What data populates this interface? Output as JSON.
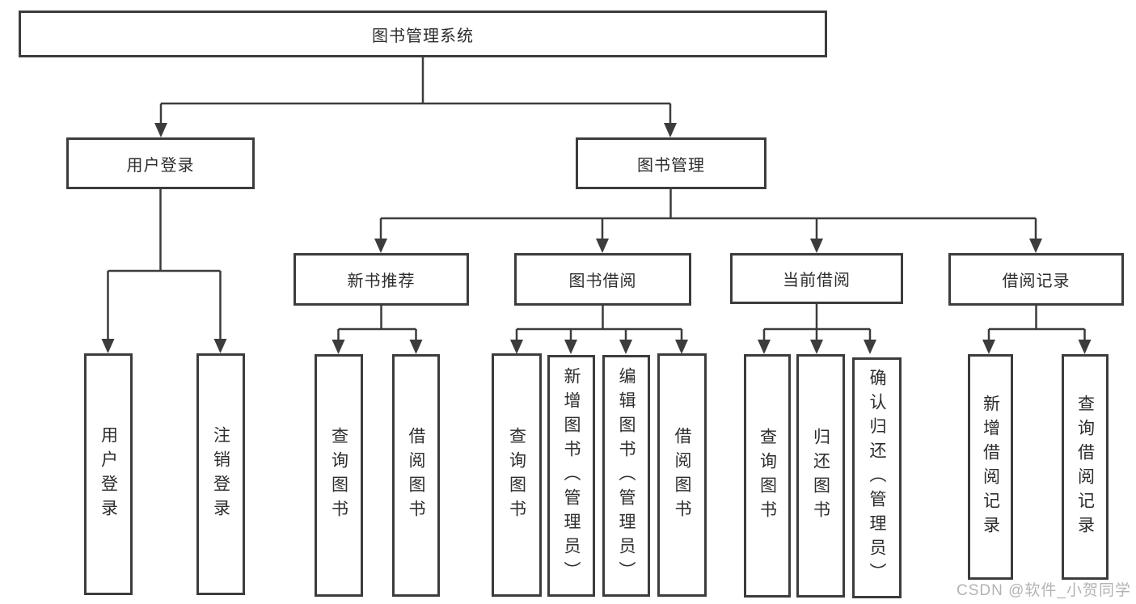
{
  "watermark": "CSDN @软件_小贺同学",
  "tree": {
    "root": {
      "label": "图书管理系统"
    },
    "branches": [
      {
        "label": "用户登录",
        "children": [
          {
            "label": "用户登录"
          },
          {
            "label": "注销登录"
          }
        ]
      },
      {
        "label": "图书管理",
        "children": [
          {
            "label": "新书推荐",
            "children": [
              {
                "label": "查询图书"
              },
              {
                "label": "借阅图书"
              }
            ]
          },
          {
            "label": "图书借阅",
            "children": [
              {
                "label": "查询图书"
              },
              {
                "label": "新增图书（管理员）"
              },
              {
                "label": "编辑图书（管理员）"
              },
              {
                "label": "借阅图书"
              }
            ]
          },
          {
            "label": "当前借阅",
            "children": [
              {
                "label": "查询图书"
              },
              {
                "label": "归还图书"
              },
              {
                "label": "确认归还（管理员）"
              }
            ]
          },
          {
            "label": "借阅记录",
            "children": [
              {
                "label": "新增借阅记录"
              },
              {
                "label": "查询借阅记录"
              }
            ]
          }
        ]
      }
    ]
  },
  "colors": {
    "line": "#3c3c3c",
    "text": "#2d2d2d",
    "watermark": "#b3b3b3",
    "background": "#ffffff"
  }
}
